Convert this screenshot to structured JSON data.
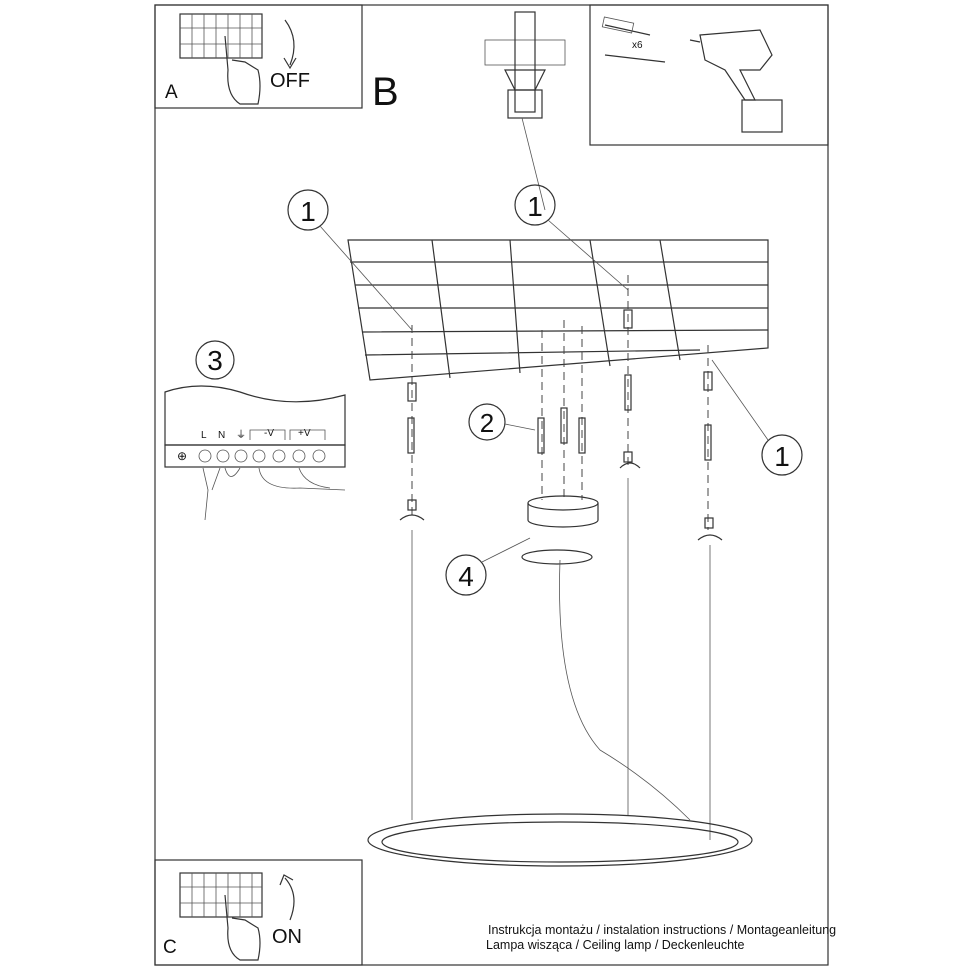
{
  "panel_a": {
    "letter": "A",
    "switch_label": "OFF"
  },
  "panel_b": {
    "letter": "B"
  },
  "panel_c": {
    "letter": "C",
    "switch_label": "ON"
  },
  "tools_panel": {
    "quantity": "x6"
  },
  "callouts": {
    "anchor_top_left": "1",
    "anchor_top_center": "1",
    "anchor_right": "1",
    "screws": "2",
    "terminal": "3",
    "canopy": "4"
  },
  "terminal_labels": {
    "live": "L",
    "neutral": "N",
    "earth": "⏚",
    "neg": "-V",
    "pos": "+V"
  },
  "footer": {
    "line1": "Instrukcja montażu / instalation instructions / Montageanleitung",
    "line2": "Lampa wisząca / Ceiling lamp / Deckenleuchte"
  }
}
